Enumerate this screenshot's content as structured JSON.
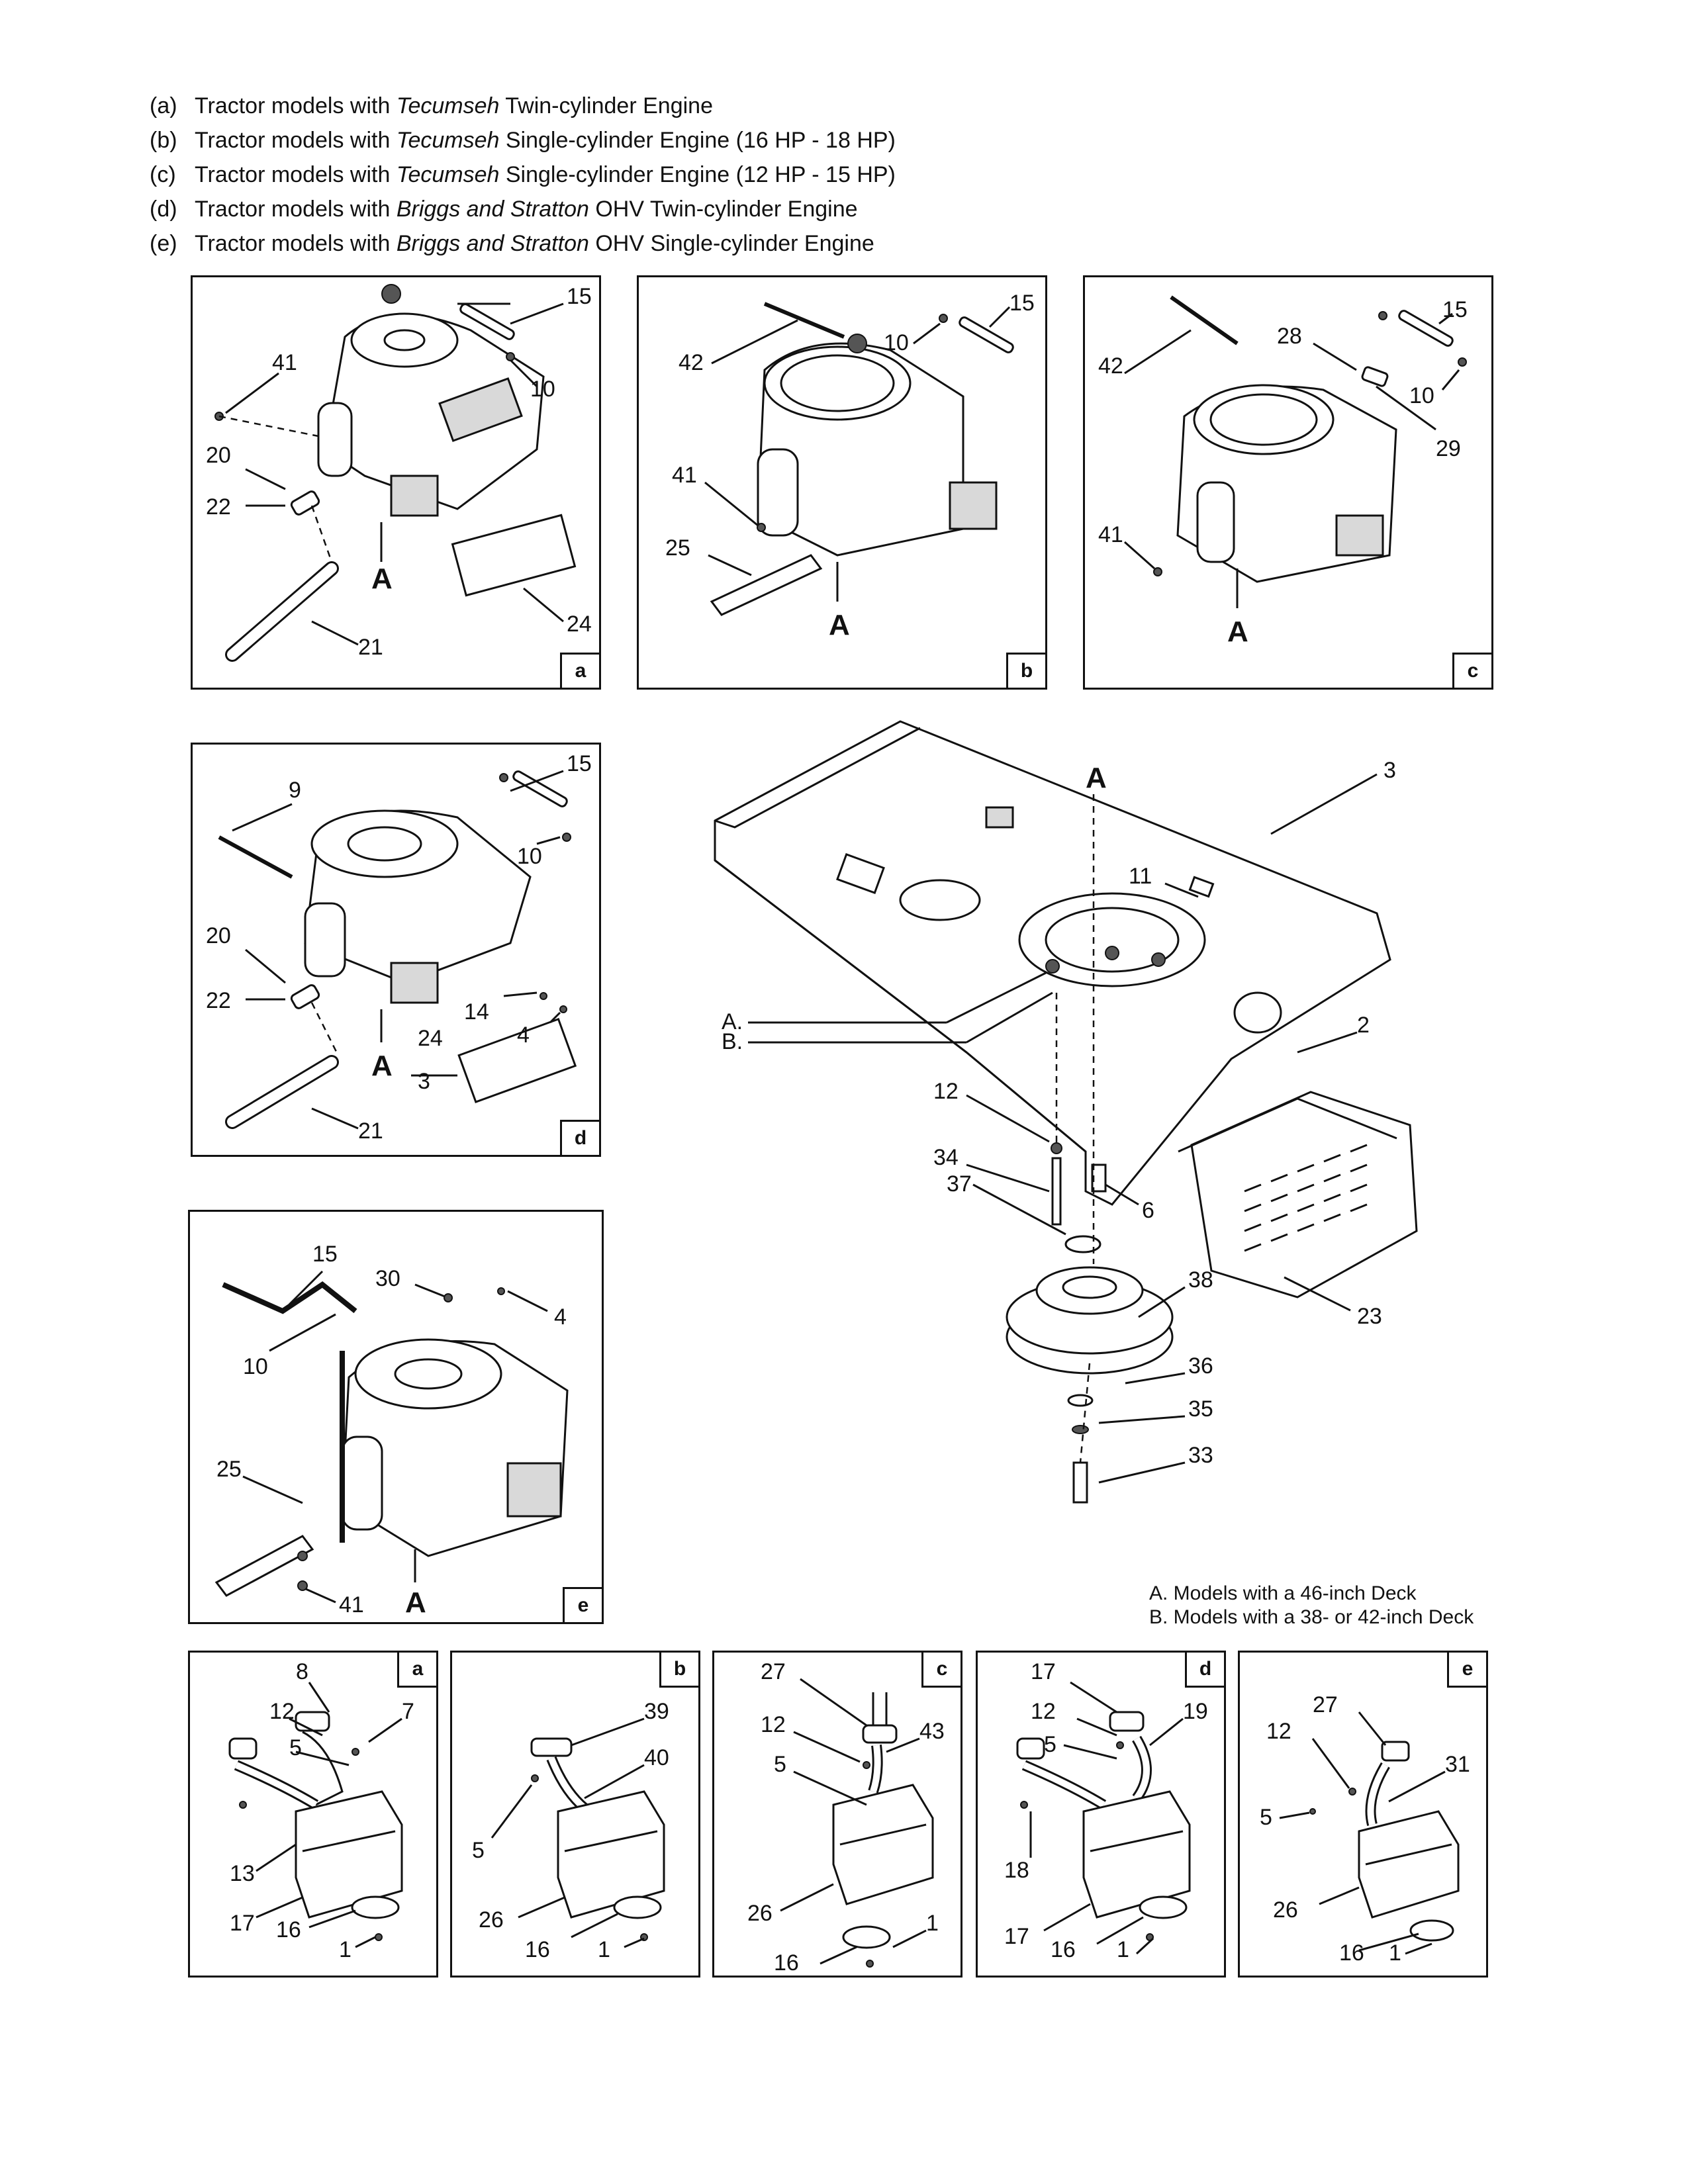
{
  "legend": [
    {
      "code": "(a)",
      "pre": "Tractor models with ",
      "brand": "Tecumseh",
      "post": " Twin-cylinder Engine"
    },
    {
      "code": "(b)",
      "pre": "Tractor models with ",
      "brand": "Tecumseh",
      "post": " Single-cylinder Engine (16 HP - 18 HP)"
    },
    {
      "code": "(c)",
      "pre": "Tractor models with ",
      "brand": "Tecumseh",
      "post": " Single-cylinder Engine (12 HP - 15 HP)"
    },
    {
      "code": "(d)",
      "pre": "Tractor models with ",
      "brand": "Briggs and Stratton",
      "post": " OHV Twin-cylinder Engine"
    },
    {
      "code": "(e)",
      "pre": "Tractor models with ",
      "brand": "Briggs and Stratton",
      "post": " OHV Single-cylinder Engine"
    }
  ],
  "engine_panels": {
    "a": {
      "tag": "a",
      "callouts": {
        "c15": "15",
        "c41": "41",
        "c10": "10",
        "c20": "20",
        "c22": "22",
        "cA": "A",
        "c24": "24",
        "c21": "21"
      }
    },
    "b": {
      "tag": "b",
      "callouts": {
        "c42": "42",
        "c10": "10",
        "c15": "15",
        "c41": "41",
        "c25": "25",
        "cA": "A"
      }
    },
    "c": {
      "tag": "c",
      "callouts": {
        "c15": "15",
        "c28": "28",
        "c42": "42",
        "c10": "10",
        "c29": "29",
        "c41": "41",
        "cA": "A"
      }
    },
    "d": {
      "tag": "d",
      "callouts": {
        "c15": "15",
        "c9": "9",
        "c10": "10",
        "c20": "20",
        "c22": "22",
        "c14": "14",
        "c24": "24",
        "c4": "4",
        "cA": "A",
        "c3": "3",
        "c21": "21"
      }
    },
    "e": {
      "tag": "e",
      "callouts": {
        "c15": "15",
        "c30": "30",
        "c4": "4",
        "c10": "10",
        "c25": "25",
        "c41": "41",
        "cA": "A"
      }
    }
  },
  "frame": {
    "callouts": {
      "cA": "A",
      "c3": "3",
      "c11": "11",
      "cAdot": "A.",
      "cBdot": "B.",
      "c2": "2",
      "c12": "12",
      "c34": "34",
      "c37": "37",
      "c6": "6",
      "c38": "38",
      "c23": "23",
      "c36": "36",
      "c35": "35",
      "c33": "33"
    },
    "notes": [
      "A. Models with a 46-inch Deck",
      "B. Models with a 38- or 42-inch Deck"
    ]
  },
  "muffler_panels": {
    "a": {
      "tag": "a",
      "callouts": {
        "c8": "8",
        "c12": "12",
        "c7": "7",
        "c5": "5",
        "c13": "13",
        "c17": "17",
        "c16": "16",
        "c1": "1"
      }
    },
    "b": {
      "tag": "b",
      "callouts": {
        "c39": "39",
        "c40": "40",
        "c5": "5",
        "c26": "26",
        "c16": "16",
        "c1": "1"
      }
    },
    "c": {
      "tag": "c",
      "callouts": {
        "c27": "27",
        "c12": "12",
        "c43": "43",
        "c5": "5",
        "c26": "26",
        "c1": "1",
        "c16": "16"
      }
    },
    "d": {
      "tag": "d",
      "callouts": {
        "c17": "17",
        "c12": "12",
        "c19": "19",
        "c5": "5",
        "c18": "18",
        "c17b": "17",
        "c16": "16",
        "c1": "1"
      }
    },
    "e": {
      "tag": "e",
      "callouts": {
        "c27": "27",
        "c12": "12",
        "c31": "31",
        "c5": "5",
        "c26": "26",
        "c16": "16",
        "c1": "1"
      }
    }
  }
}
